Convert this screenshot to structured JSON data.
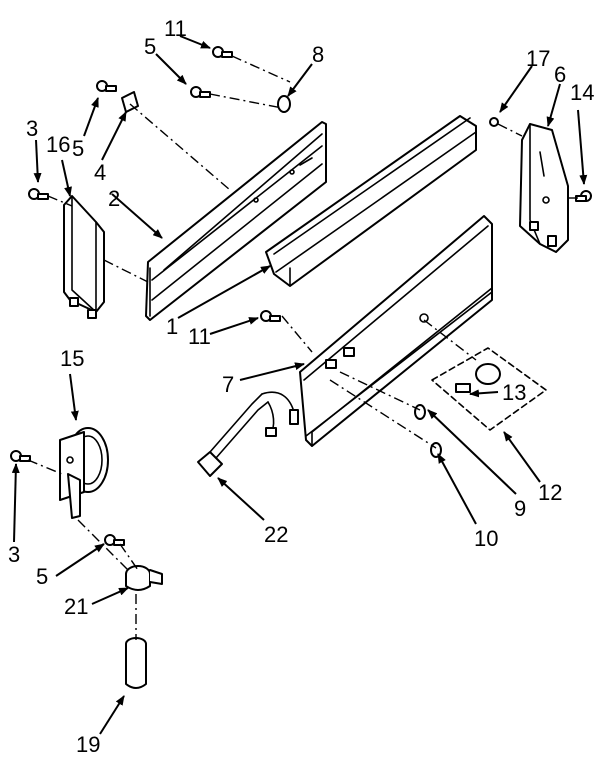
{
  "callouts": {
    "p1": "1",
    "p2": "2",
    "p3a": "3",
    "p3b": "3",
    "p4": "4",
    "p5a": "5",
    "p5b": "5",
    "p5c": "5",
    "p6": "6",
    "p7": "7",
    "p8": "8",
    "p9": "9",
    "p10": "10",
    "p11a": "11",
    "p11b": "11",
    "p12": "12",
    "p13": "13",
    "p14": "14",
    "p15": "15",
    "p16": "16",
    "p17": "17",
    "p19": "19",
    "p21": "21",
    "p22": "22"
  }
}
